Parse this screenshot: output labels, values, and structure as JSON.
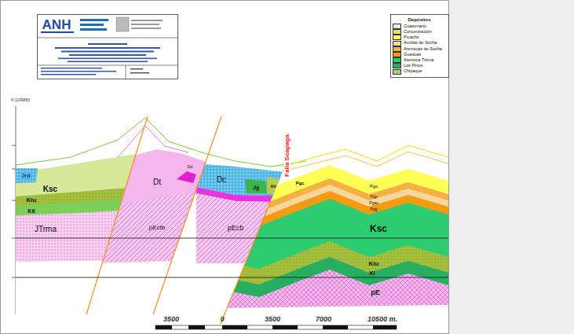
{
  "diagram": {
    "labels": [
      "ANH",
      "N 1169850",
      "Jrd",
      "Ksc",
      "Klu",
      "Kit",
      "JTrma",
      "Dt",
      "Dd",
      "pEctb",
      "Dc",
      "Jg",
      "Kit",
      "pEcb",
      "Falla Soapaga",
      "Pgc",
      "Pgc",
      "Pgp",
      "Pgas",
      "Pgg",
      "Ksc",
      "Klu",
      "Kl",
      "pE",
      "Depósitos",
      "3500",
      "0",
      "3500",
      "7000",
      "10500 m."
    ],
    "legend": [
      {
        "text": "Cuaternario",
        "color": "#e6e6e6"
      },
      {
        "text": "Concentración",
        "color": "#f5d76e"
      },
      {
        "text": "Picacho",
        "color": "#ffff55"
      },
      {
        "text": "Arcillas de Socha",
        "color": "#f7d6a0"
      },
      {
        "text": "Areniscas de Socha",
        "color": "#f5b041"
      },
      {
        "text": "Guaduas",
        "color": "#f39c12"
      },
      {
        "text": "Arenisca Tierna",
        "color": "#2ecc71"
      },
      {
        "text": "Los Pinos",
        "color": "#27ae60"
      },
      {
        "text": "Chipaque",
        "color": "#a9d06a"
      }
    ]
  }
}
